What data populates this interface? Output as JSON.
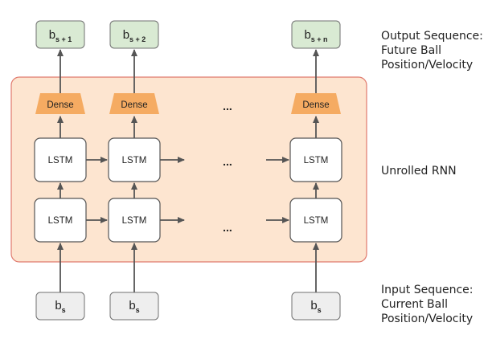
{
  "colors": {
    "output_fill": "#d9ead3",
    "output_stroke": "#707070",
    "input_fill": "#eeeeee",
    "input_stroke": "#707070",
    "rnn_fill": "#fde5d0",
    "rnn_stroke": "#e07a6e",
    "dense_fill": "#f5ab62",
    "lstm_fill": "#ffffff",
    "lstm_stroke": "#555555",
    "arrow": "#555555"
  },
  "outputs": [
    {
      "base": "b",
      "sub": "s + 1"
    },
    {
      "base": "b",
      "sub": "s + 2"
    },
    {
      "base": "b",
      "sub": "s + n"
    }
  ],
  "inputs": [
    {
      "base": "b",
      "sub": "s"
    },
    {
      "base": "b",
      "sub": "s"
    },
    {
      "base": "b",
      "sub": "s"
    }
  ],
  "dense_label": "Dense",
  "lstm_label": "LSTM",
  "ellipsis": "...",
  "labels": {
    "output_lines": [
      "Output Sequence:",
      "Future Ball",
      "Position/Velocity"
    ],
    "rnn": "Unrolled RNN",
    "input_lines": [
      "Input Sequence:",
      "Current Ball",
      "Position/Velocity"
    ]
  }
}
